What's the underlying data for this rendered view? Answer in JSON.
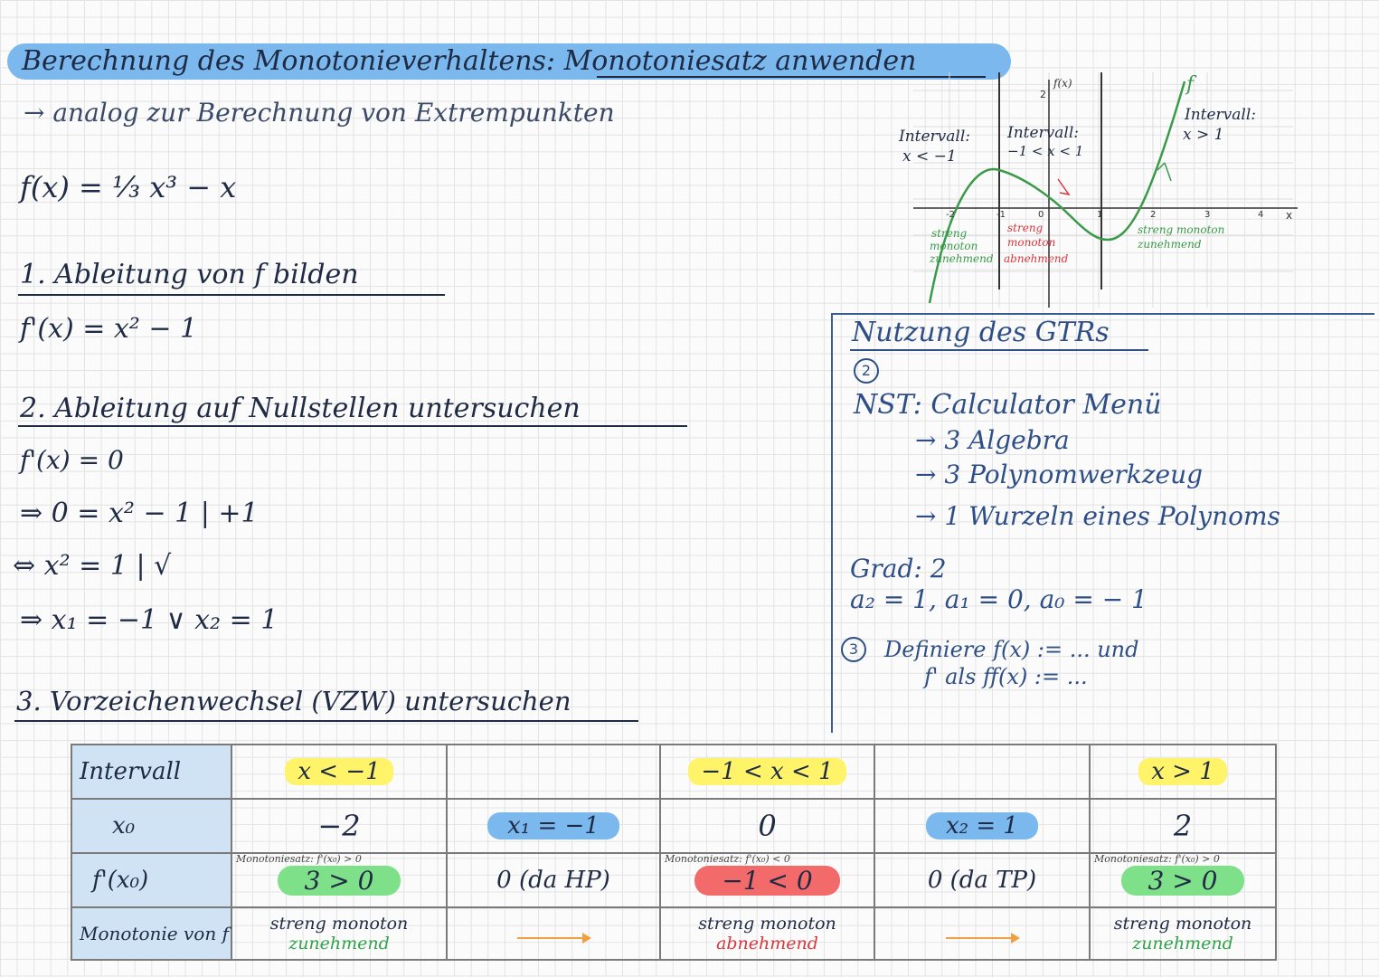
{
  "title": {
    "part1": "Berechnung des Monotonieverhaltens:",
    "part2": "Monotoniesatz anwenden"
  },
  "subtitle": "→ analog zur Berechnung von Extrempunkten",
  "function": "f(x) = ⅓ x³ − x",
  "steps": {
    "s1_heading": "1. Ableitung von f bilden",
    "s1_result": "f'(x) = x² − 1",
    "s2_heading": "2. Ableitung auf Nullstellen untersuchen",
    "s2_line1": "f'(x) = 0",
    "s2_line2": "⇒ 0 = x² − 1   | +1",
    "s2_line3": "⇔ x² = 1   | √",
    "s2_line4": "⇒ x₁ = −1   ∨   x₂ = 1",
    "s3_heading": "3. Vorzeichenwechsel (VZW) untersuchen"
  },
  "gtr": {
    "title": "Nutzung des GTRs",
    "n2": "2",
    "nst": "NST: Calculator Menü",
    "menu1": "→ 3 Algebra",
    "menu2": "→ 3 Polynomwerkzeug",
    "menu3": "→ 1 Wurzeln eines Polynoms",
    "grad": "Grad: 2",
    "coef": "a₂ = 1, a₁ = 0, a₀ = − 1",
    "n3": "3",
    "def1": "Definiere f(x) := ...  und",
    "def2": "f' als ff(x) := ..."
  },
  "graph": {
    "ylabel": "f(x)",
    "xlabel": "x",
    "curve_label": "f",
    "int1": "Intervall:",
    "int1_cond": "x < −1",
    "int2": "Intervall:",
    "int2_cond": "−1 < x < 1",
    "int3": "Intervall:",
    "int3_cond": "x > 1",
    "lab_left1": "streng",
    "lab_left2": "monoton",
    "lab_left3": "zunehmend",
    "lab_mid1": "streng",
    "lab_mid2": "monoton",
    "lab_mid3": "abnehmend",
    "lab_right1": "streng monoton",
    "lab_right2": "zunehmend",
    "ticks_x": [
      "-2",
      "-1",
      "0",
      "1",
      "2",
      "3",
      "4"
    ],
    "ticks_y": [
      "2"
    ],
    "colors": {
      "curve": "#3a9a4a",
      "axis": "#333333",
      "red": "#d9363e"
    }
  },
  "table": {
    "row_labels": [
      "Intervall",
      "x₀",
      "f'(x₀)",
      "Monotonie von f"
    ],
    "intervals": [
      "x < −1",
      "",
      "−1 < x < 1",
      "",
      "x > 1"
    ],
    "x0": [
      "−2",
      "x₁ = −1",
      "0",
      "x₂ = 1",
      "2"
    ],
    "fprime_note": [
      "Monotoniesatz: f'(x₀) > 0",
      "",
      "Monotoniesatz: f'(x₀) < 0",
      "",
      "Monotoniesatz: f'(x₀) > 0"
    ],
    "fprime": [
      "3 > 0",
      "0 (da HP)",
      "−1 < 0",
      "0 (da TP)",
      "3 > 0"
    ],
    "mono_top": [
      "streng monoton",
      "",
      "streng monoton",
      "",
      "streng monoton"
    ],
    "mono_bottom": [
      "zunehmend",
      "",
      "abnehmend",
      "",
      "zunehmend"
    ]
  }
}
